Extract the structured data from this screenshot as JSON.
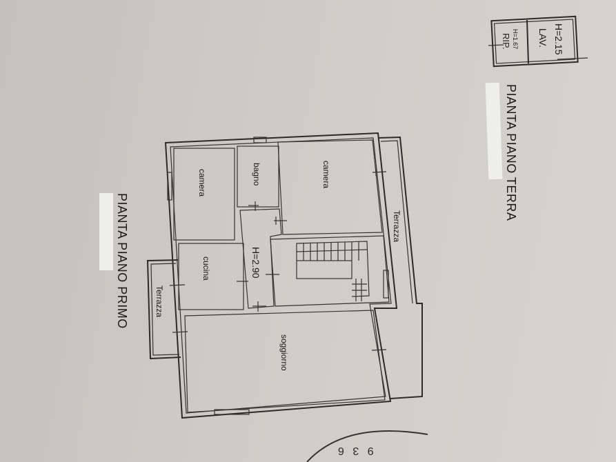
{
  "ground_floor": {
    "title": "PIANTA PIANO TERRA",
    "rooms": [
      {
        "name": "LAV.",
        "height": "H=2.15"
      },
      {
        "name": "RIP.",
        "height": "H=1.67"
      }
    ]
  },
  "first_floor": {
    "title": "PIANTA PIANO PRIMO",
    "rooms": [
      {
        "name": "camera"
      },
      {
        "name": "bagno"
      },
      {
        "name": "camera"
      },
      {
        "name": "cucina"
      },
      {
        "name": "soggiorno"
      },
      {
        "name": "Terrazza"
      },
      {
        "name": "Terrazza"
      }
    ],
    "corridor_height": "H=2.90"
  },
  "stamp": {
    "text": "9 3 6"
  }
}
